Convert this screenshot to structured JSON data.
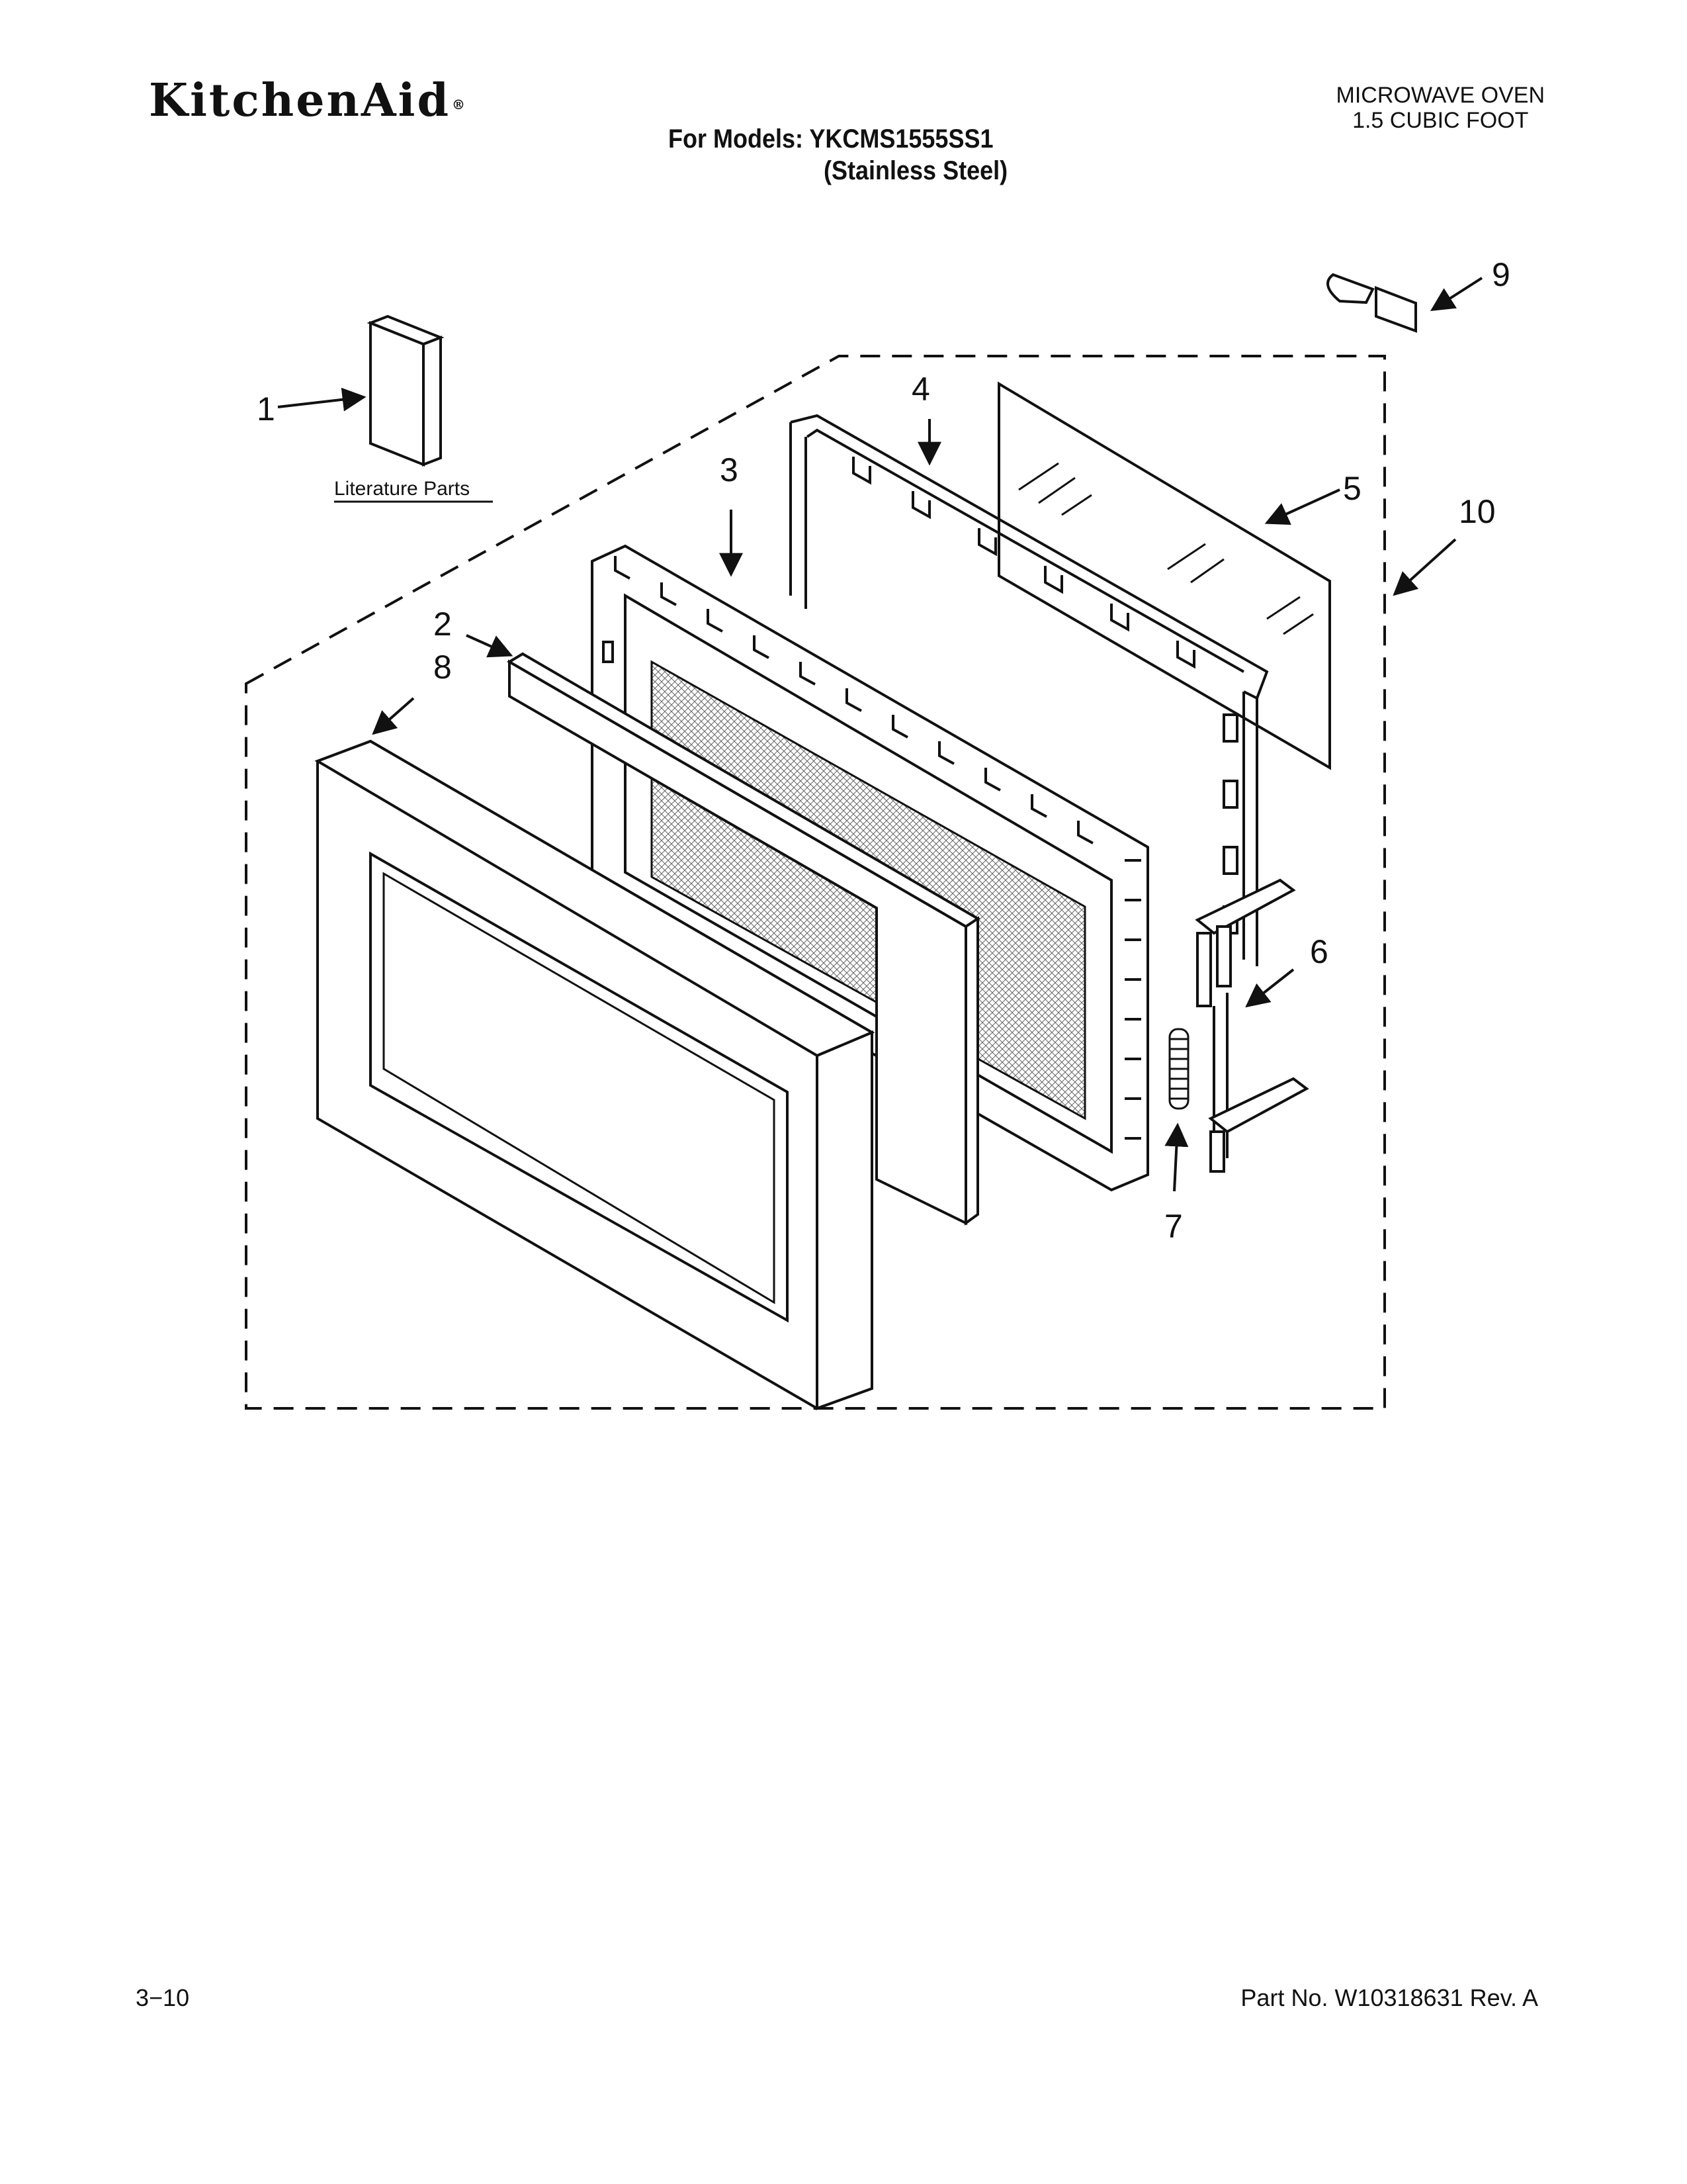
{
  "header": {
    "brand": "KitchenAid",
    "brand_mark": "®",
    "models_line": "For Models: YKCMS1555SS1",
    "finish_line": "(Stainless Steel)",
    "product_line1": "MICROWAVE OVEN",
    "product_line2": "1.5 CUBIC FOOT"
  },
  "diagram": {
    "literature_label": "Literature Parts",
    "callouts": [
      "1",
      "2",
      "3",
      "4",
      "5",
      "6",
      "7",
      "8",
      "9",
      "10"
    ]
  },
  "footer": {
    "page_code": "3−10",
    "part_number": "Part No. W10318631 Rev. A"
  }
}
